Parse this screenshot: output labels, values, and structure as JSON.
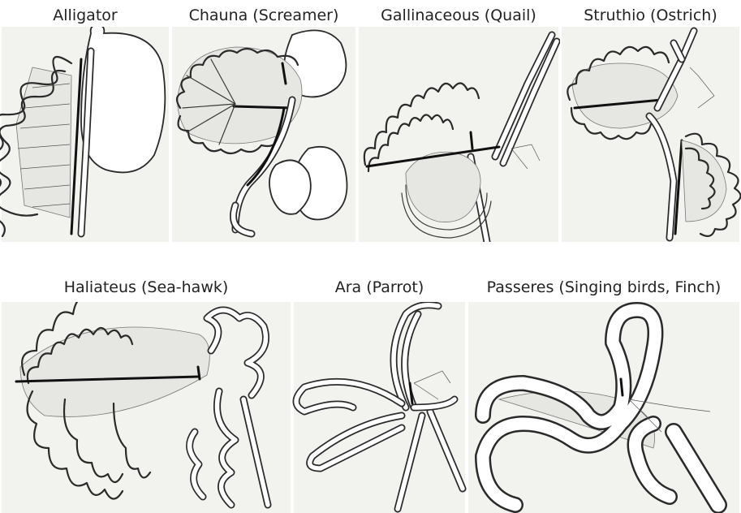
{
  "panels": {
    "alligator": {
      "label": "Alligator"
    },
    "chauna": {
      "label": "Chauna (Screamer)"
    },
    "gallinaceous": {
      "label": "Gallinaceous (Quail)"
    },
    "struthio": {
      "label": "Struthio (Ostrich)"
    },
    "haliateus": {
      "label": "Haliateus (Sea-hawk)"
    },
    "ara": {
      "label": "Ara (Parrot)"
    },
    "passeres": {
      "label": "Passeres (Singing birds, Finch)"
    }
  }
}
